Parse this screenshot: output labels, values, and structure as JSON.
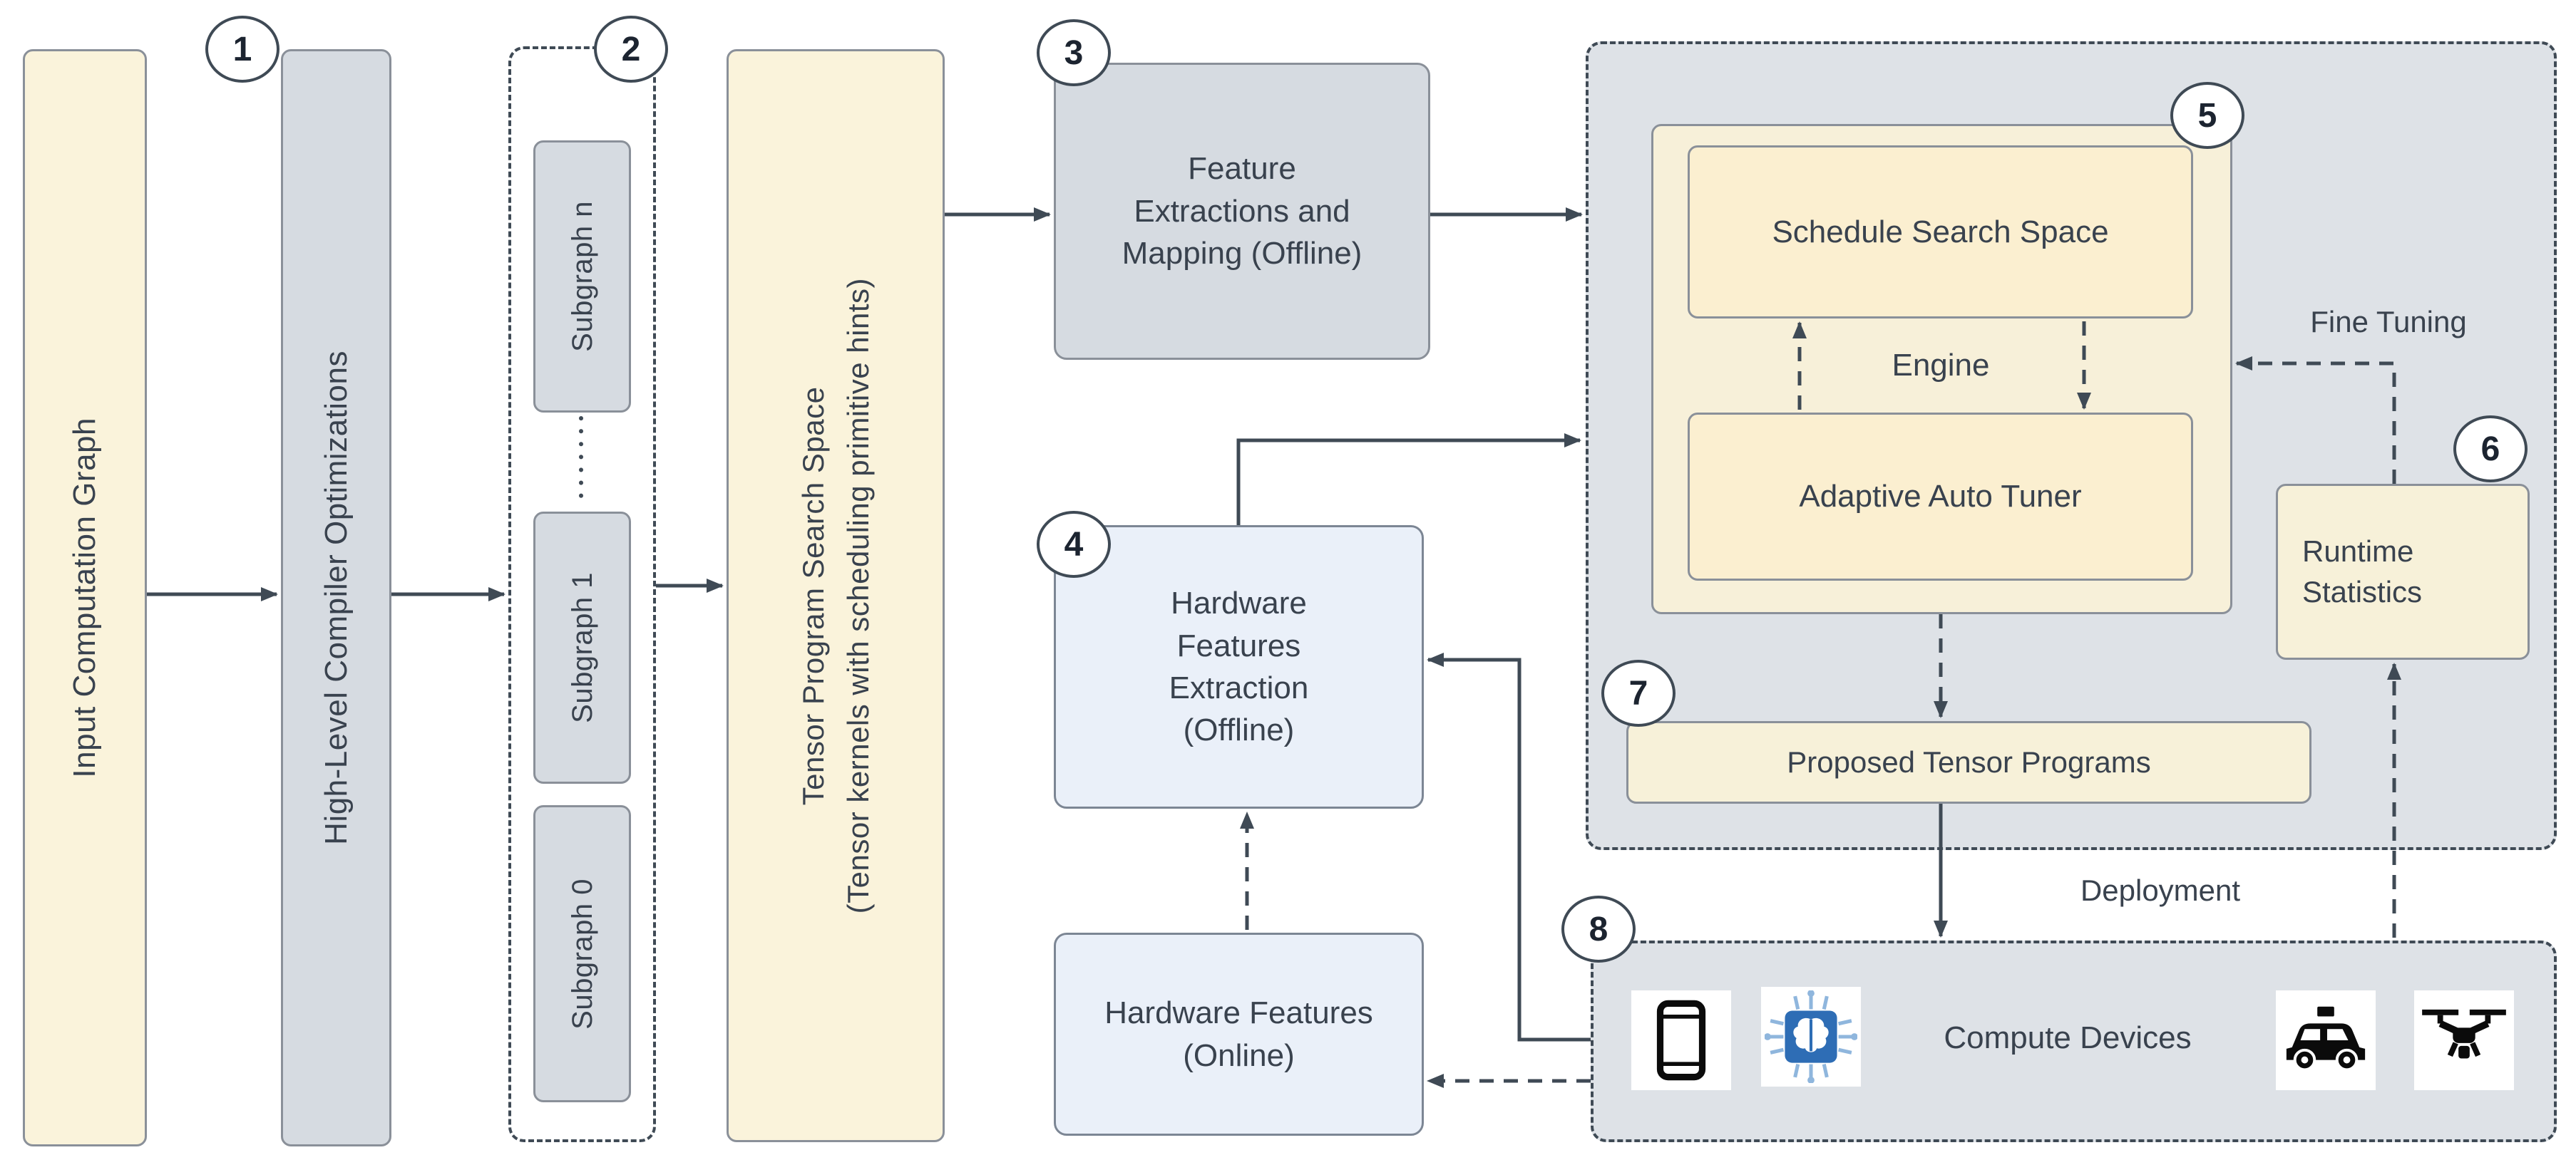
{
  "badges": {
    "b1": "1",
    "b2": "2",
    "b3": "3",
    "b4": "4",
    "b5": "5",
    "b6": "6",
    "b7": "7",
    "b8": "8"
  },
  "nodes": {
    "input_graph": "Input Computation Graph",
    "compiler_opts": "High-Level Compiler Optimizations",
    "subgraph_n": "Subgraph n",
    "subgraph_1": "Subgraph 1",
    "subgraph_0": "Subgraph 0",
    "tensor_program": "Tensor Program Search Space\n(Tensor kernels with scheduling primitive hints)",
    "feature_extraction": "Feature\nExtractions and\nMapping (Offline)",
    "hw_features_extraction": "Hardware\nFeatures\nExtraction\n(Offline)",
    "hw_features_online": "Hardware Features\n(Online)",
    "schedule_search_space": "Schedule Search Space",
    "engine": "Engine",
    "adaptive_auto_tuner": "Adaptive Auto Tuner",
    "runtime_statistics": "Runtime\nStatistics",
    "proposed_programs": "Proposed Tensor Programs",
    "compute_devices": "Compute Devices"
  },
  "labels": {
    "fine_tuning": "Fine Tuning",
    "deployment": "Deployment"
  },
  "icons": [
    "tablet-icon",
    "ai-chip-icon",
    "taxi-icon",
    "drone-icon"
  ],
  "colors": {
    "cream": "#FAF3DB",
    "gray": "#D6DBE1",
    "inner_cream": "#FBEFD0",
    "engine_cream": "#F7F0D9",
    "panel_gray": "#DEE2E7",
    "light_blue": "#EAF0F9",
    "line": "#3F4A55",
    "border": "#8A9099",
    "chip_blue": "#2E6DB5"
  }
}
